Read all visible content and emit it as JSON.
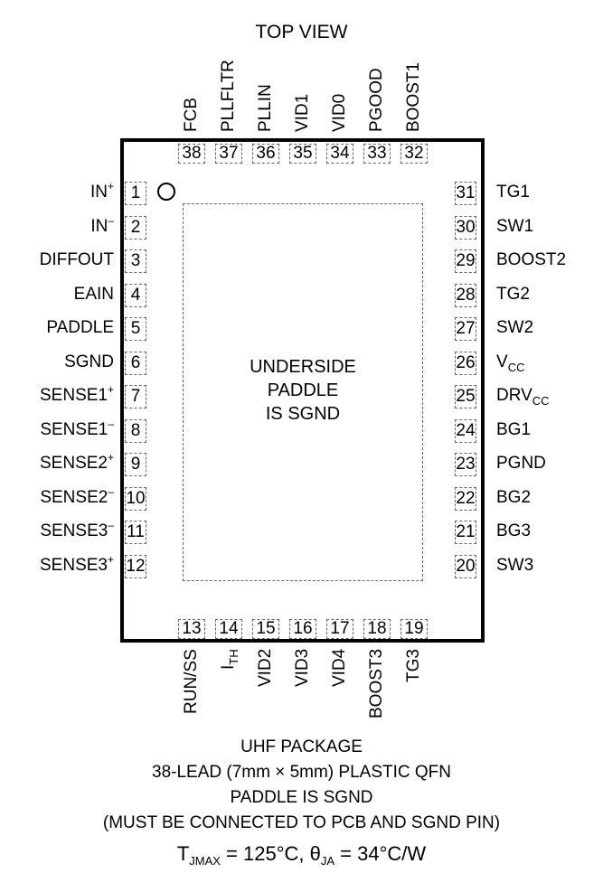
{
  "title": "TOP VIEW",
  "center_label": [
    "UNDERSIDE",
    "PADDLE",
    "IS SGND"
  ],
  "left_pins": [
    {
      "num": "1",
      "name": "IN",
      "sup": "+"
    },
    {
      "num": "2",
      "name": "IN",
      "sup": "–"
    },
    {
      "num": "3",
      "name": "DIFFOUT"
    },
    {
      "num": "4",
      "name": "EAIN"
    },
    {
      "num": "5",
      "name": "PADDLE"
    },
    {
      "num": "6",
      "name": "SGND"
    },
    {
      "num": "7",
      "name": "SENSE1",
      "sup": "+"
    },
    {
      "num": "8",
      "name": "SENSE1",
      "sup": "–"
    },
    {
      "num": "9",
      "name": "SENSE2",
      "sup": "+"
    },
    {
      "num": "10",
      "name": "SENSE2",
      "sup": "–"
    },
    {
      "num": "11",
      "name": "SENSE3",
      "sup": "–"
    },
    {
      "num": "12",
      "name": "SENSE3",
      "sup": "+"
    }
  ],
  "right_pins": [
    {
      "num": "31",
      "name": "TG1"
    },
    {
      "num": "30",
      "name": "SW1"
    },
    {
      "num": "29",
      "name": "BOOST2"
    },
    {
      "num": "28",
      "name": "TG2"
    },
    {
      "num": "27",
      "name": "SW2"
    },
    {
      "num": "26",
      "name": "V",
      "sub": "CC"
    },
    {
      "num": "25",
      "name": "DRV",
      "sub": "CC"
    },
    {
      "num": "24",
      "name": "BG1"
    },
    {
      "num": "23",
      "name": "PGND"
    },
    {
      "num": "22",
      "name": "BG2"
    },
    {
      "num": "21",
      "name": "BG3"
    },
    {
      "num": "20",
      "name": "SW3"
    }
  ],
  "top_pins": [
    {
      "num": "38",
      "name": "FCB"
    },
    {
      "num": "37",
      "name": "PLLFLTR"
    },
    {
      "num": "36",
      "name": "PLLIN"
    },
    {
      "num": "35",
      "name": "VID1"
    },
    {
      "num": "34",
      "name": "VID0"
    },
    {
      "num": "33",
      "name": "PGOOD"
    },
    {
      "num": "32",
      "name": "BOOST1"
    }
  ],
  "bottom_pins": [
    {
      "num": "13",
      "name": "RUN/SS"
    },
    {
      "num": "14",
      "name": "I",
      "sub": "TH"
    },
    {
      "num": "15",
      "name": "VID2"
    },
    {
      "num": "16",
      "name": "VID3"
    },
    {
      "num": "17",
      "name": "VID4"
    },
    {
      "num": "18",
      "name": "BOOST3"
    },
    {
      "num": "19",
      "name": "TG3"
    }
  ],
  "footer": {
    "line1": "UHF PACKAGE",
    "line2": "38-LEAD (7mm × 5mm) PLASTIC QFN",
    "line3": "PADDLE IS SGND",
    "line4": "(MUST BE CONNECTED TO PCB AND SGND PIN)",
    "thermal": {
      "t_sym": "T",
      "t_sub": "JMAX",
      "t_val": " = 125°C, ",
      "theta_sym": "θ",
      "theta_sub": "JA",
      "theta_val": " = 34°C/W"
    }
  }
}
